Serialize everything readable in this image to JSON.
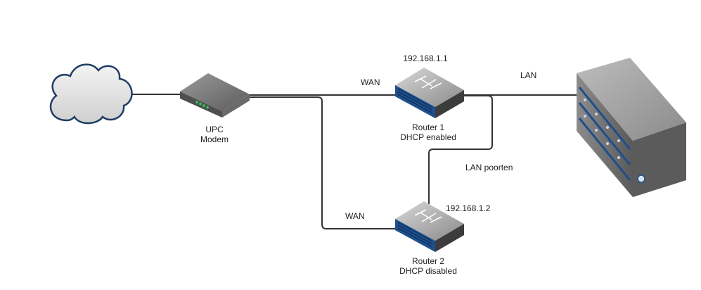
{
  "diagram": {
    "modem": {
      "line1": "UPC",
      "line2": "Modem"
    },
    "router1": {
      "ip": "192.168.1.1",
      "name": "Router 1",
      "dhcp": "DHCP enabled"
    },
    "router2": {
      "ip": "192.168.1.2",
      "name": "Router 2",
      "dhcp": "DHCP disabled"
    },
    "links": {
      "wan1": "WAN",
      "wan2": "WAN",
      "lan": "LAN",
      "lan_ports": "LAN poorten"
    }
  },
  "colors": {
    "line": "#333333",
    "cloud_fill": "#dcdcdc",
    "cloud_stroke": "#1f3d66",
    "router_blue": "#1e4f8c",
    "server_body": "#707070"
  },
  "icons": [
    "cloud-icon",
    "modem-icon",
    "router-icon",
    "router-icon",
    "server-rack-icon"
  ]
}
